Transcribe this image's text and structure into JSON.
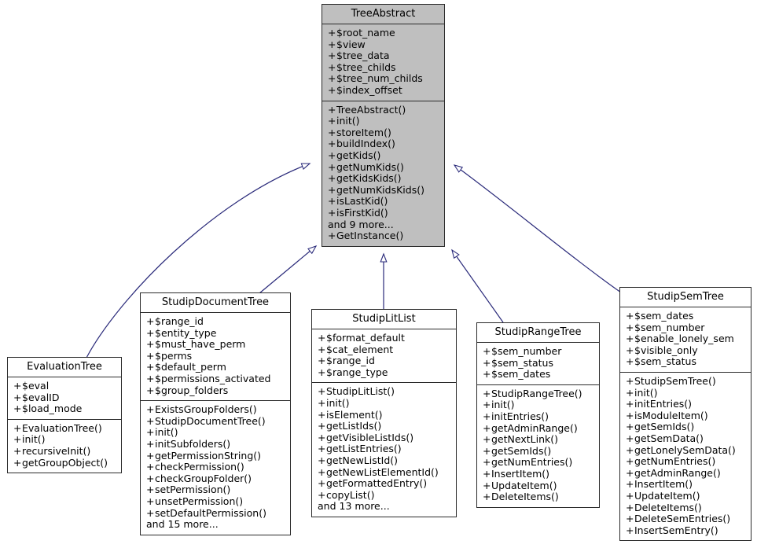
{
  "diagram": {
    "title": "TreeAbstract class inheritance diagram",
    "type": "uml-class-inheritance",
    "edge_color": "#2a2a7a",
    "root_fill": "#bfbfbf",
    "class_fill": "#ffffff",
    "border_color": "#2b2b2b"
  },
  "classes": [
    {
      "id": "TreeAbstract",
      "name": "TreeAbstract",
      "is_root": true,
      "attributes": [
        "$root_name",
        "$view",
        "$tree_data",
        "$tree_childs",
        "$tree_num_childs",
        "$index_offset"
      ],
      "methods": [
        "TreeAbstract()",
        "init()",
        "storeItem()",
        "buildIndex()",
        "getKids()",
        "getNumKids()",
        "getKidsKids()",
        "getNumKidsKids()",
        "isLastKid()",
        "isFirstKid()"
      ],
      "more_note": "and 9 more...",
      "methods_after_note": [
        "GetInstance()"
      ]
    },
    {
      "id": "EvaluationTree",
      "name": "EvaluationTree",
      "is_root": false,
      "attributes": [
        "$eval",
        "$evalID",
        "$load_mode"
      ],
      "methods": [
        "EvaluationTree()",
        "init()",
        "recursiveInit()",
        "getGroupObject()"
      ],
      "more_note": "",
      "methods_after_note": []
    },
    {
      "id": "StudipDocumentTree",
      "name": "StudipDocumentTree",
      "is_root": false,
      "attributes": [
        "$range_id",
        "$entity_type",
        "$must_have_perm",
        "$perms",
        "$default_perm",
        "$permissions_activated",
        "$group_folders"
      ],
      "methods": [
        "ExistsGroupFolders()",
        "StudipDocumentTree()",
        "init()",
        "initSubfolders()",
        "getPermissionString()",
        "checkPermission()",
        "checkGroupFolder()",
        "setPermission()",
        "unsetPermission()",
        "setDefaultPermission()"
      ],
      "more_note": "and 15 more...",
      "methods_after_note": []
    },
    {
      "id": "StudipLitList",
      "name": "StudipLitList",
      "is_root": false,
      "attributes": [
        "$format_default",
        "$cat_element",
        "$range_id",
        "$range_type"
      ],
      "methods": [
        "StudipLitList()",
        "init()",
        "isElement()",
        "getListIds()",
        "getVisibleListIds()",
        "getListEntries()",
        "getNewListId()",
        "getNewListElementId()",
        "getFormattedEntry()",
        "copyList()"
      ],
      "more_note": "and 13 more...",
      "methods_after_note": []
    },
    {
      "id": "StudipRangeTree",
      "name": "StudipRangeTree",
      "is_root": false,
      "attributes": [
        "$sem_number",
        "$sem_status",
        "$sem_dates"
      ],
      "methods": [
        "StudipRangeTree()",
        "init()",
        "initEntries()",
        "getAdminRange()",
        "getNextLink()",
        "getSemIds()",
        "getNumEntries()",
        "InsertItem()",
        "UpdateItem()",
        "DeleteItems()"
      ],
      "more_note": "",
      "methods_after_note": []
    },
    {
      "id": "StudipSemTree",
      "name": "StudipSemTree",
      "is_root": false,
      "attributes": [
        "$sem_dates",
        "$sem_number",
        "$enable_lonely_sem",
        "$visible_only",
        "$sem_status"
      ],
      "methods": [
        "StudipSemTree()",
        "init()",
        "initEntries()",
        "isModuleItem()",
        "getSemIds()",
        "getSemData()",
        "getLonelySemData()",
        "getNumEntries()",
        "getAdminRange()",
        "InsertItem()",
        "UpdateItem()",
        "DeleteItems()",
        "DeleteSemEntries()",
        "InsertSemEntry()"
      ],
      "more_note": "",
      "methods_after_note": []
    }
  ],
  "edges": [
    {
      "from": "EvaluationTree",
      "to": "TreeAbstract",
      "kind": "generalization"
    },
    {
      "from": "StudipDocumentTree",
      "to": "TreeAbstract",
      "kind": "generalization"
    },
    {
      "from": "StudipLitList",
      "to": "TreeAbstract",
      "kind": "generalization"
    },
    {
      "from": "StudipRangeTree",
      "to": "TreeAbstract",
      "kind": "generalization"
    },
    {
      "from": "StudipSemTree",
      "to": "TreeAbstract",
      "kind": "generalization"
    }
  ]
}
